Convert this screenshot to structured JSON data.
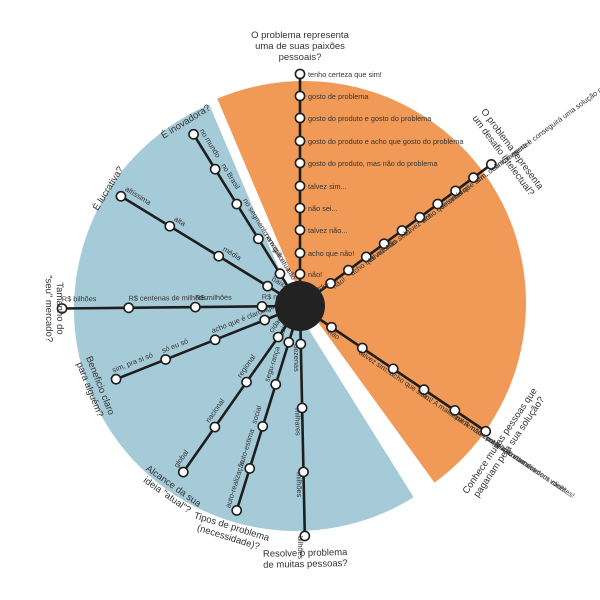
{
  "colors": {
    "orange": "#F19A57",
    "blue": "#A6CBD8",
    "line": "#1E1E1E",
    "hub": "#222222",
    "node_fill": "#FFFFFF",
    "text": "#333333"
  },
  "axes": [
    {
      "question": [
        "O problema representa",
        "uma de suas paixões",
        "pessoais?"
      ],
      "options": [
        "tenho certeza que sim!",
        "gosto de problema",
        "gosto do produto e gosto do problema",
        "gosto do produto e acho que gosto do problema",
        "gosto do produto, mas não do problema",
        "talvez sim...",
        "não sei...",
        "talvez não...",
        "acho que não!",
        "não!"
      ]
    },
    {
      "question": [
        "O problema representa",
        "um desafio intelectual?"
      ],
      "options": [
        "sim, é agora e conseguirá uma solução no médio/longo prazo!",
        "sim, definitivamente!",
        "sim!",
        "entendo que sim...",
        "acho que sim...",
        "talvez sim...",
        "não sei...",
        "talvez não...",
        "acho que não!",
        "não!"
      ]
    },
    {
      "question": [
        "Conhece muitas pessoas que",
        "pagariam pela sua solução?"
      ],
      "options": [
        "sim! Não contando meus clientes!",
        "sim! A maior parte não contaria com você!",
        "sim! A maior parte não contaria diretamente!",
        "acho que sim...",
        "talvez sim...",
        "não"
      ]
    },
    {
      "question": [
        "Resolve o problema",
        "de muitas pessoas?"
      ],
      "options": [
        "bilhões",
        "milhões",
        "milhares",
        "dezenas"
      ]
    },
    {
      "question": [
        "Tipos de problema",
        "(necessidade)?"
      ],
      "options": [
        "auto-realização",
        "auto-estima",
        "social",
        "segu-rança",
        "básica"
      ]
    },
    {
      "question": [
        "Alcance da sua",
        "ideia \"atual\"?"
      ],
      "options": [
        "global",
        "nacional",
        "regional",
        "cidade/ bairro"
      ]
    },
    {
      "question": [
        "Beneficio claro",
        "para alguém?"
      ],
      "options": [
        "sim, pra si só",
        "só eu só",
        "acho que é claro",
        "alguém pode entender"
      ]
    },
    {
      "question": [
        "Tamanho do",
        "\"seu\" mercado?"
      ],
      "options": [
        "R$ bilhões",
        "R$ centenas de milhões",
        "R$ milhões",
        "R$ mi- lhares"
      ]
    },
    {
      "question": [
        "É lucrativa?"
      ],
      "options": [
        "altíssima",
        "alta",
        "média",
        "baixa"
      ]
    },
    {
      "question": [
        "É inovadora?"
      ],
      "options": [
        "no mundo",
        "no Brasil",
        "no segmento em que atua",
        "na região",
        "não é"
      ]
    }
  ]
}
